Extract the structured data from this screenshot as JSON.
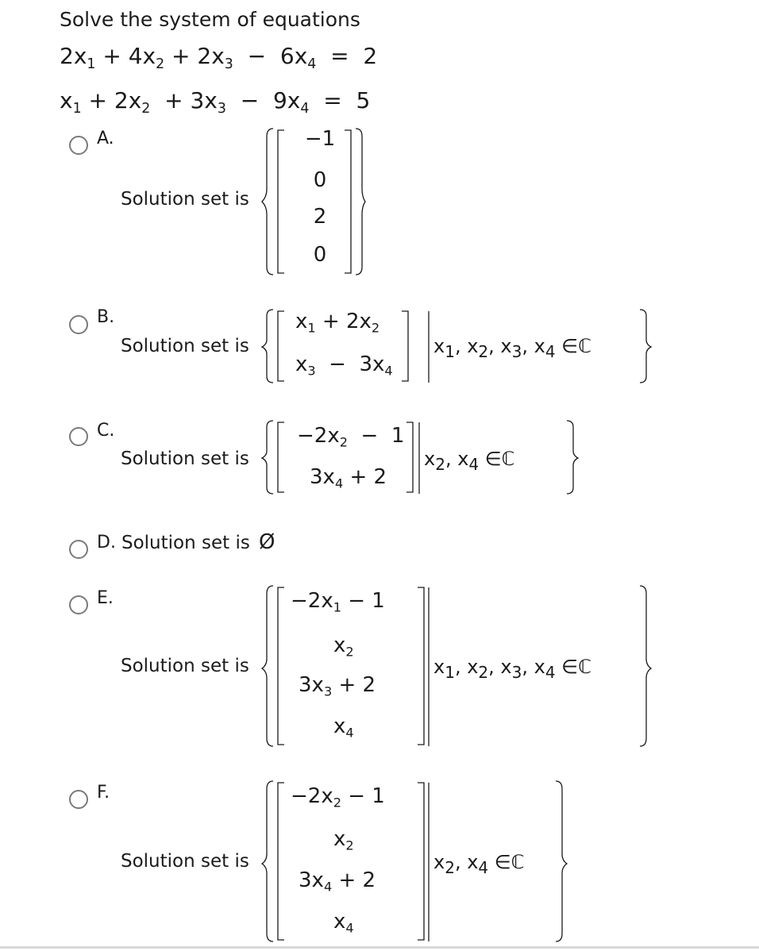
{
  "prompt": "Solve the system of equations",
  "equations": {
    "eq1": {
      "a": "2x",
      "s1": "1",
      "b": " + 4x",
      "s2": "2",
      "c": " + 2x",
      "s3": "3",
      "d": "  −  6x",
      "s4": "4",
      "rhs": "  =  2"
    },
    "eq2": {
      "a": "x",
      "s1": "1",
      "b": " + 2x",
      "s2": "2",
      "c": "  + 3x",
      "s3": "3",
      "d": "  −  9x",
      "s4": "4",
      "rhs": "  =  5"
    }
  },
  "options": {
    "a": {
      "letter": "A.",
      "solution_label": "Solution set is",
      "entries": [
        "−1",
        "0",
        "2",
        "0"
      ]
    },
    "b": {
      "letter": "B.",
      "solution_label": "Solution set is",
      "row1": {
        "v1": "x",
        "s1": "1",
        "rest": " + 2x",
        "s2": "2"
      },
      "row2": {
        "v1": "x",
        "s1": "3",
        "rest": "  −  3x",
        "s2": "4"
      },
      "cond": {
        "v1": "x",
        "s1": "1",
        "v2": ", x",
        "s2": "2",
        "v3": ", x",
        "s3": "3",
        "v4": ", x",
        "s4": "4",
        "tail": " ∈ℂ"
      }
    },
    "c": {
      "letter": "C.",
      "solution_label": "Solution set is",
      "row1": {
        "pre": "−2x",
        "s1": "2",
        "post": "  −  1"
      },
      "row2": {
        "pre": "3x",
        "s1": "4",
        "post": " + 2"
      },
      "cond": {
        "v1": "x",
        "s1": "2",
        "v2": ", x",
        "s2": "4",
        "tail": " ∈ℂ"
      }
    },
    "d": {
      "letter": "D.",
      "text": "Solution set is",
      "empty_set": "Ø"
    },
    "e": {
      "letter": "E.",
      "solution_label": "Solution set is",
      "row1": {
        "pre": "−2x",
        "s1": "1",
        "post": " − 1"
      },
      "row2": {
        "pre": "x",
        "s1": "2"
      },
      "row3": {
        "pre": "3x",
        "s1": "3",
        "post": " + 2"
      },
      "row4": {
        "pre": "x",
        "s1": "4"
      },
      "cond": {
        "v1": "x",
        "s1": "1",
        "v2": ", x",
        "s2": "2",
        "v3": ", x",
        "s3": "3",
        "v4": ", x",
        "s4": "4",
        "tail": " ∈ℂ"
      }
    },
    "f": {
      "letter": "F.",
      "solution_label": "Solution set is",
      "row1": {
        "pre": "−2x",
        "s1": "2",
        "post": " − 1"
      },
      "row2": {
        "pre": "x",
        "s1": "2"
      },
      "row3": {
        "pre": "3x",
        "s1": "4",
        "post": " + 2"
      },
      "row4": {
        "pre": "x",
        "s1": "4"
      },
      "cond": {
        "v1": "x",
        "s1": "2",
        "v2": ", x",
        "s2": "4",
        "tail": " ∈ℂ"
      }
    }
  }
}
